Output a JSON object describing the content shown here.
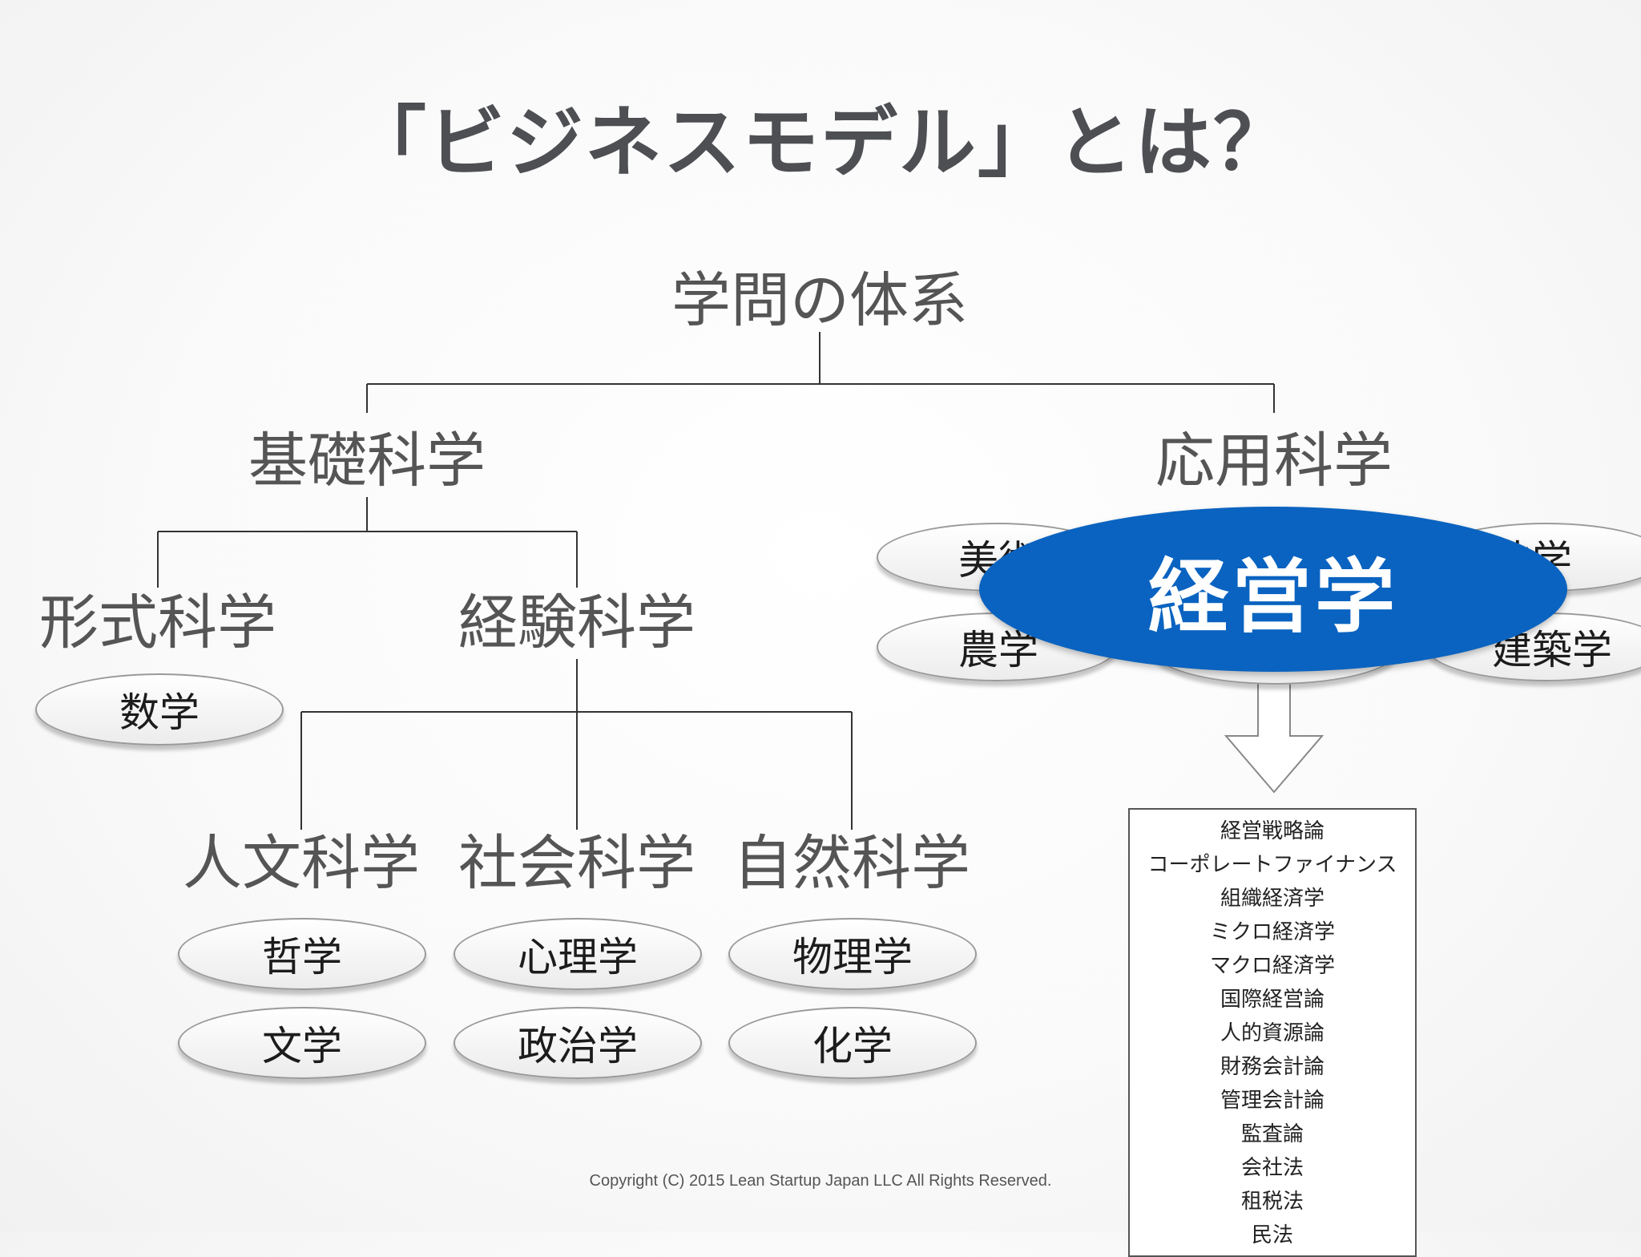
{
  "title": "「ビジネスモデル」とは？",
  "tree": {
    "root": "学問の体系",
    "basic_science": "基礎科学",
    "applied_science": "応用科学",
    "formal_science": "形式科学",
    "empirical_science": "経験科学",
    "humanities": "人文科学",
    "social_science": "社会科学",
    "natural_science": "自然科学"
  },
  "subjects": {
    "formal": [
      "数学"
    ],
    "humanities": [
      "哲学",
      "文学"
    ],
    "social": [
      "心理学",
      "政治学"
    ],
    "natural": [
      "物理学",
      "化学"
    ],
    "applied": [
      "美術",
      "法学",
      "農学",
      "建築学"
    ]
  },
  "highlight": "経営学",
  "colors": {
    "highlight_blue": "#0a63c0",
    "title_gray": "#4d4f53"
  },
  "management_courses": [
    "経営戦略論",
    "コーポレートファイナンス",
    "組織経済学",
    "ミクロ経済学",
    "マクロ経済学",
    "国際経営論",
    "人的資源論",
    "財務会計論",
    "管理会計論",
    "監査論",
    "会社法",
    "租税法",
    "民法"
  ],
  "copyright": "Copyright (C) 2015 Lean Startup Japan LLC All Rights Reserved."
}
